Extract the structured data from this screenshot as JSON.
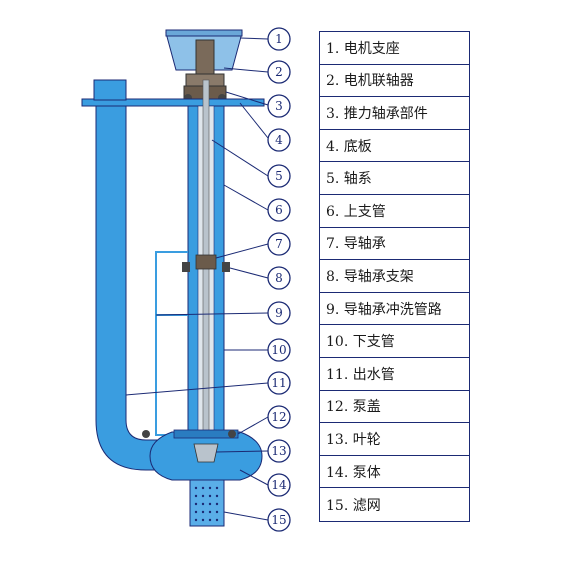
{
  "callouts": [
    "1",
    "2",
    "3",
    "4",
    "5",
    "6",
    "7",
    "8",
    "9",
    "10",
    "11",
    "12",
    "13",
    "14",
    "15"
  ],
  "legend": [
    "1. 电机支座",
    "2. 电机联轴器",
    "3. 推力轴承部件",
    "4. 底板",
    "5. 轴系",
    "6. 上支管",
    "7. 导轴承",
    "8. 导轴承支架",
    "9. 导轴承冲洗管路",
    "10. 下支管",
    "11. 出水管",
    "12. 泵盖",
    "13. 叶轮",
    "14. 泵体",
    "15. 滤网"
  ],
  "colors": {
    "pump_blue": "#3a9de0",
    "dark_outline": "#1b2a74",
    "shaft_grey": "#b9c3cc",
    "motor_seat": "#8ec1e8"
  }
}
